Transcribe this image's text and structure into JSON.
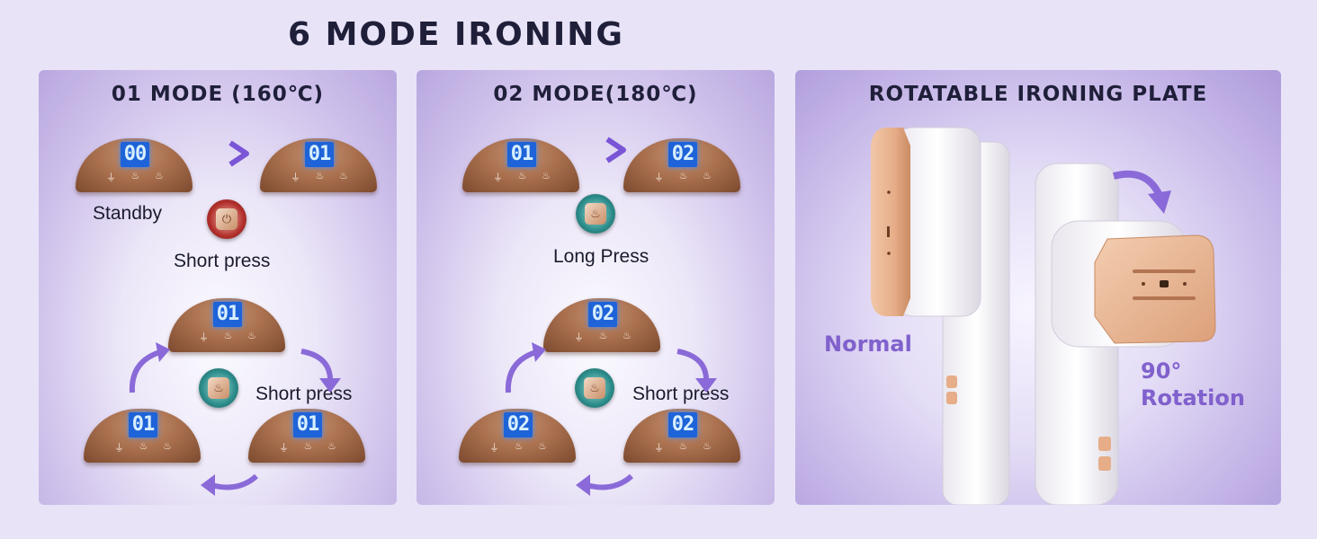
{
  "title": "6 MODE IRONING",
  "panels": {
    "mode1": {
      "title": "01 MODE (160℃)",
      "standby_label": "Standby",
      "press_label": "Short press",
      "cycle_press_label": "Short press",
      "displays": [
        "00",
        "01",
        "01",
        "01",
        "01"
      ]
    },
    "mode2": {
      "title": "02 MODE(180℃)",
      "press_label": "Long Press",
      "cycle_press_label": "Short press",
      "displays": [
        "01",
        "02",
        "02",
        "02",
        "02"
      ]
    },
    "plate": {
      "title": "ROTATABLE IRONING PLATE",
      "normal_label": "Normal",
      "rotation_degrees": "90°",
      "rotation_label": "Rotation"
    }
  },
  "icons": {
    "dome": [
      "iron-icon",
      "steam-icon",
      "steam-max-icon"
    ],
    "standby_button": "power-icon",
    "mode_button": "steam-icon"
  },
  "colors": {
    "background": "#e9e3f8",
    "accent_purple": "#8061cc",
    "arrow": "#8a6ad8",
    "lcd": "#1e63d8",
    "bronze": "#a9704e"
  }
}
